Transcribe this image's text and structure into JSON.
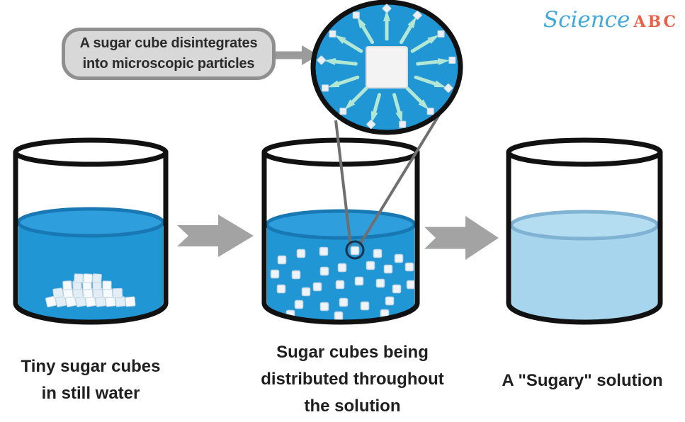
{
  "callout": {
    "line1": "A sugar cube disintegrates",
    "line2": "into microscopic particles"
  },
  "logo": {
    "science": "Science",
    "abc": "ABC",
    "science_color": "#41a9da",
    "abc_color": "#e8604a"
  },
  "labels": {
    "beaker1": {
      "lines": [
        "Tiny sugar cubes",
        "in still water"
      ]
    },
    "beaker2": {
      "lines": [
        "Sugar cubes being",
        "distributed throughout",
        "the solution"
      ]
    },
    "beaker3": {
      "lines": [
        "A \"Sugary\" solution"
      ]
    }
  },
  "colors": {
    "water_blue": "#2196d4",
    "water_surface": "#2e9fdc",
    "water_surface_edge": "#1878b4",
    "light_blue": "#a6d5ed",
    "light_surface": "#b4ddf1",
    "light_surface_edge": "#7fb2d3",
    "outline_black": "#111111",
    "arrow_gray": "#a3a3a3",
    "connector_gray": "#6f6f6f",
    "callout_bg": "#d8d8d8",
    "callout_border": "#8f8f8f",
    "mint_arrow": "#b3e7d5",
    "particle_white": "#eff4f8",
    "particle_edge": "#c8d8e4",
    "sugar_fill_a": "#f6fafc",
    "sugar_fill_b": "#e3edf5",
    "sugar_edge": "#c3d6e3"
  },
  "magnifier": {
    "arrow_count": 13,
    "particle_count": 13
  },
  "solution": {
    "particle_count": 29
  }
}
